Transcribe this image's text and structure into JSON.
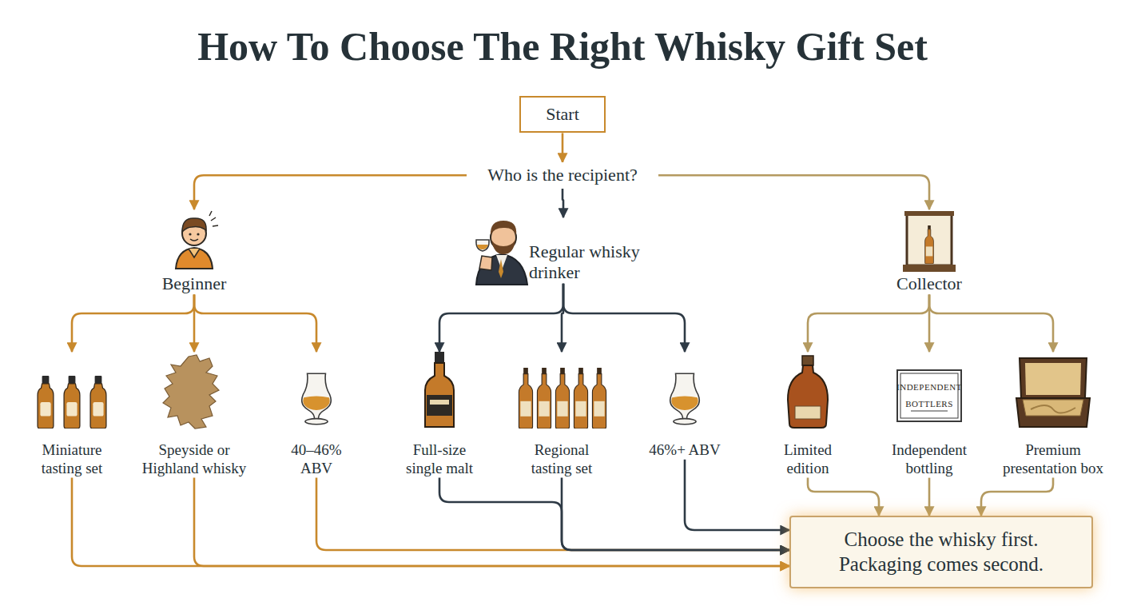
{
  "diagram": {
    "title": "How To Choose The Right Whisky Gift Set",
    "nodes": [
      {
        "text": [
          "Start"
        ]
      },
      {
        "text": [
          "Who is the recipient?"
        ]
      },
      {
        "text": [
          "Beginner"
        ]
      },
      {
        "text": [
          "Regular whisky drinker"
        ]
      },
      {
        "text": [
          "Collector"
        ]
      },
      {
        "text": [
          "Miniature tasting set"
        ]
      },
      {
        "text": [
          "Speyside or Highland whisky"
        ]
      },
      {
        "text": [
          "40–46% ABV"
        ]
      },
      {
        "text": [
          "Full-size single malt"
        ]
      },
      {
        "text": [
          "Regional tasting set"
        ]
      },
      {
        "text": [
          "46%+ ABV"
        ]
      },
      {
        "text": [
          "Limited edition"
        ]
      },
      {
        "text": [
          "Independent bottling"
        ]
      },
      {
        "text": [
          "Premium presentation box"
        ]
      },
      {
        "text": [
          "Choose the whisky first. Packaging comes second."
        ]
      }
    ],
    "edges": [
      {
        "from": 0,
        "to": 1,
        "arrow": "to"
      },
      {
        "from": 1,
        "to": 2,
        "arrow": "to"
      },
      {
        "from": 1,
        "to": 3,
        "arrow": "to"
      },
      {
        "from": 1,
        "to": 4,
        "arrow": "to"
      },
      {
        "from": 2,
        "to": 5,
        "arrow": "to"
      },
      {
        "from": 2,
        "to": 6,
        "arrow": "to"
      },
      {
        "from": 2,
        "to": 7,
        "arrow": "to"
      },
      {
        "from": 3,
        "to": 8,
        "arrow": "to"
      },
      {
        "from": 3,
        "to": 9,
        "arrow": "to"
      },
      {
        "from": 3,
        "to": 10,
        "arrow": "to"
      },
      {
        "from": 4,
        "to": 11,
        "arrow": "to"
      },
      {
        "from": 4,
        "to": 12,
        "arrow": "to"
      },
      {
        "from": 4,
        "to": 13,
        "arrow": "to"
      },
      {
        "from": 5,
        "to": 14,
        "arrow": "to"
      },
      {
        "from": 6,
        "to": 14,
        "arrow": "to"
      },
      {
        "from": 7,
        "to": 14,
        "arrow": "to"
      },
      {
        "from": 8,
        "to": 14,
        "arrow": "to"
      },
      {
        "from": 9,
        "to": 14,
        "arrow": "to"
      },
      {
        "from": 10,
        "to": 14,
        "arrow": "to"
      },
      {
        "from": 11,
        "to": 14,
        "arrow": "to"
      },
      {
        "from": 12,
        "to": 14,
        "arrow": "to"
      },
      {
        "from": 13,
        "to": 14,
        "arrow": "to"
      }
    ],
    "labels": [
      "INDEPENDENT",
      "BOTTLERS"
    ]
  }
}
